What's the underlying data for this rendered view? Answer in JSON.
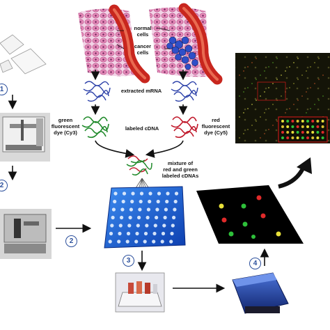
{
  "labels": {
    "normal_cells": "normal\ncells",
    "cancer_cells": "cancer\ncells",
    "extracted_mrna": "extracted mRNA",
    "labeled_cdna": "labeled cDNA",
    "green_dye": "green\nfluorescent\ndye (Cy3)",
    "red_dye": "red\nfluorescent\ndye (Cy5)",
    "mixture": "mixture of\nred and green\nlabeled cDNAs"
  },
  "steps": [
    "1",
    "2",
    "2",
    "3",
    "4"
  ],
  "colors": {
    "arrow": "#111111",
    "step_circle": "#2b4f9c",
    "slide_blue": "#1f6de0",
    "green_dye": "#1f8a2a",
    "red_dye": "#c0182a",
    "cdna_blue": "#2a3fa8",
    "cell_pink": "#e07fb0",
    "cancer_blue": "#2f4fc8",
    "vessel_red": "#c8261e"
  },
  "icons": [
    "slide-stack-icon",
    "robotic-arrayer-icon",
    "spotting-robot-icon",
    "hybridization-station-icon",
    "scanner-icon",
    "curved-arrow-icon"
  ]
}
